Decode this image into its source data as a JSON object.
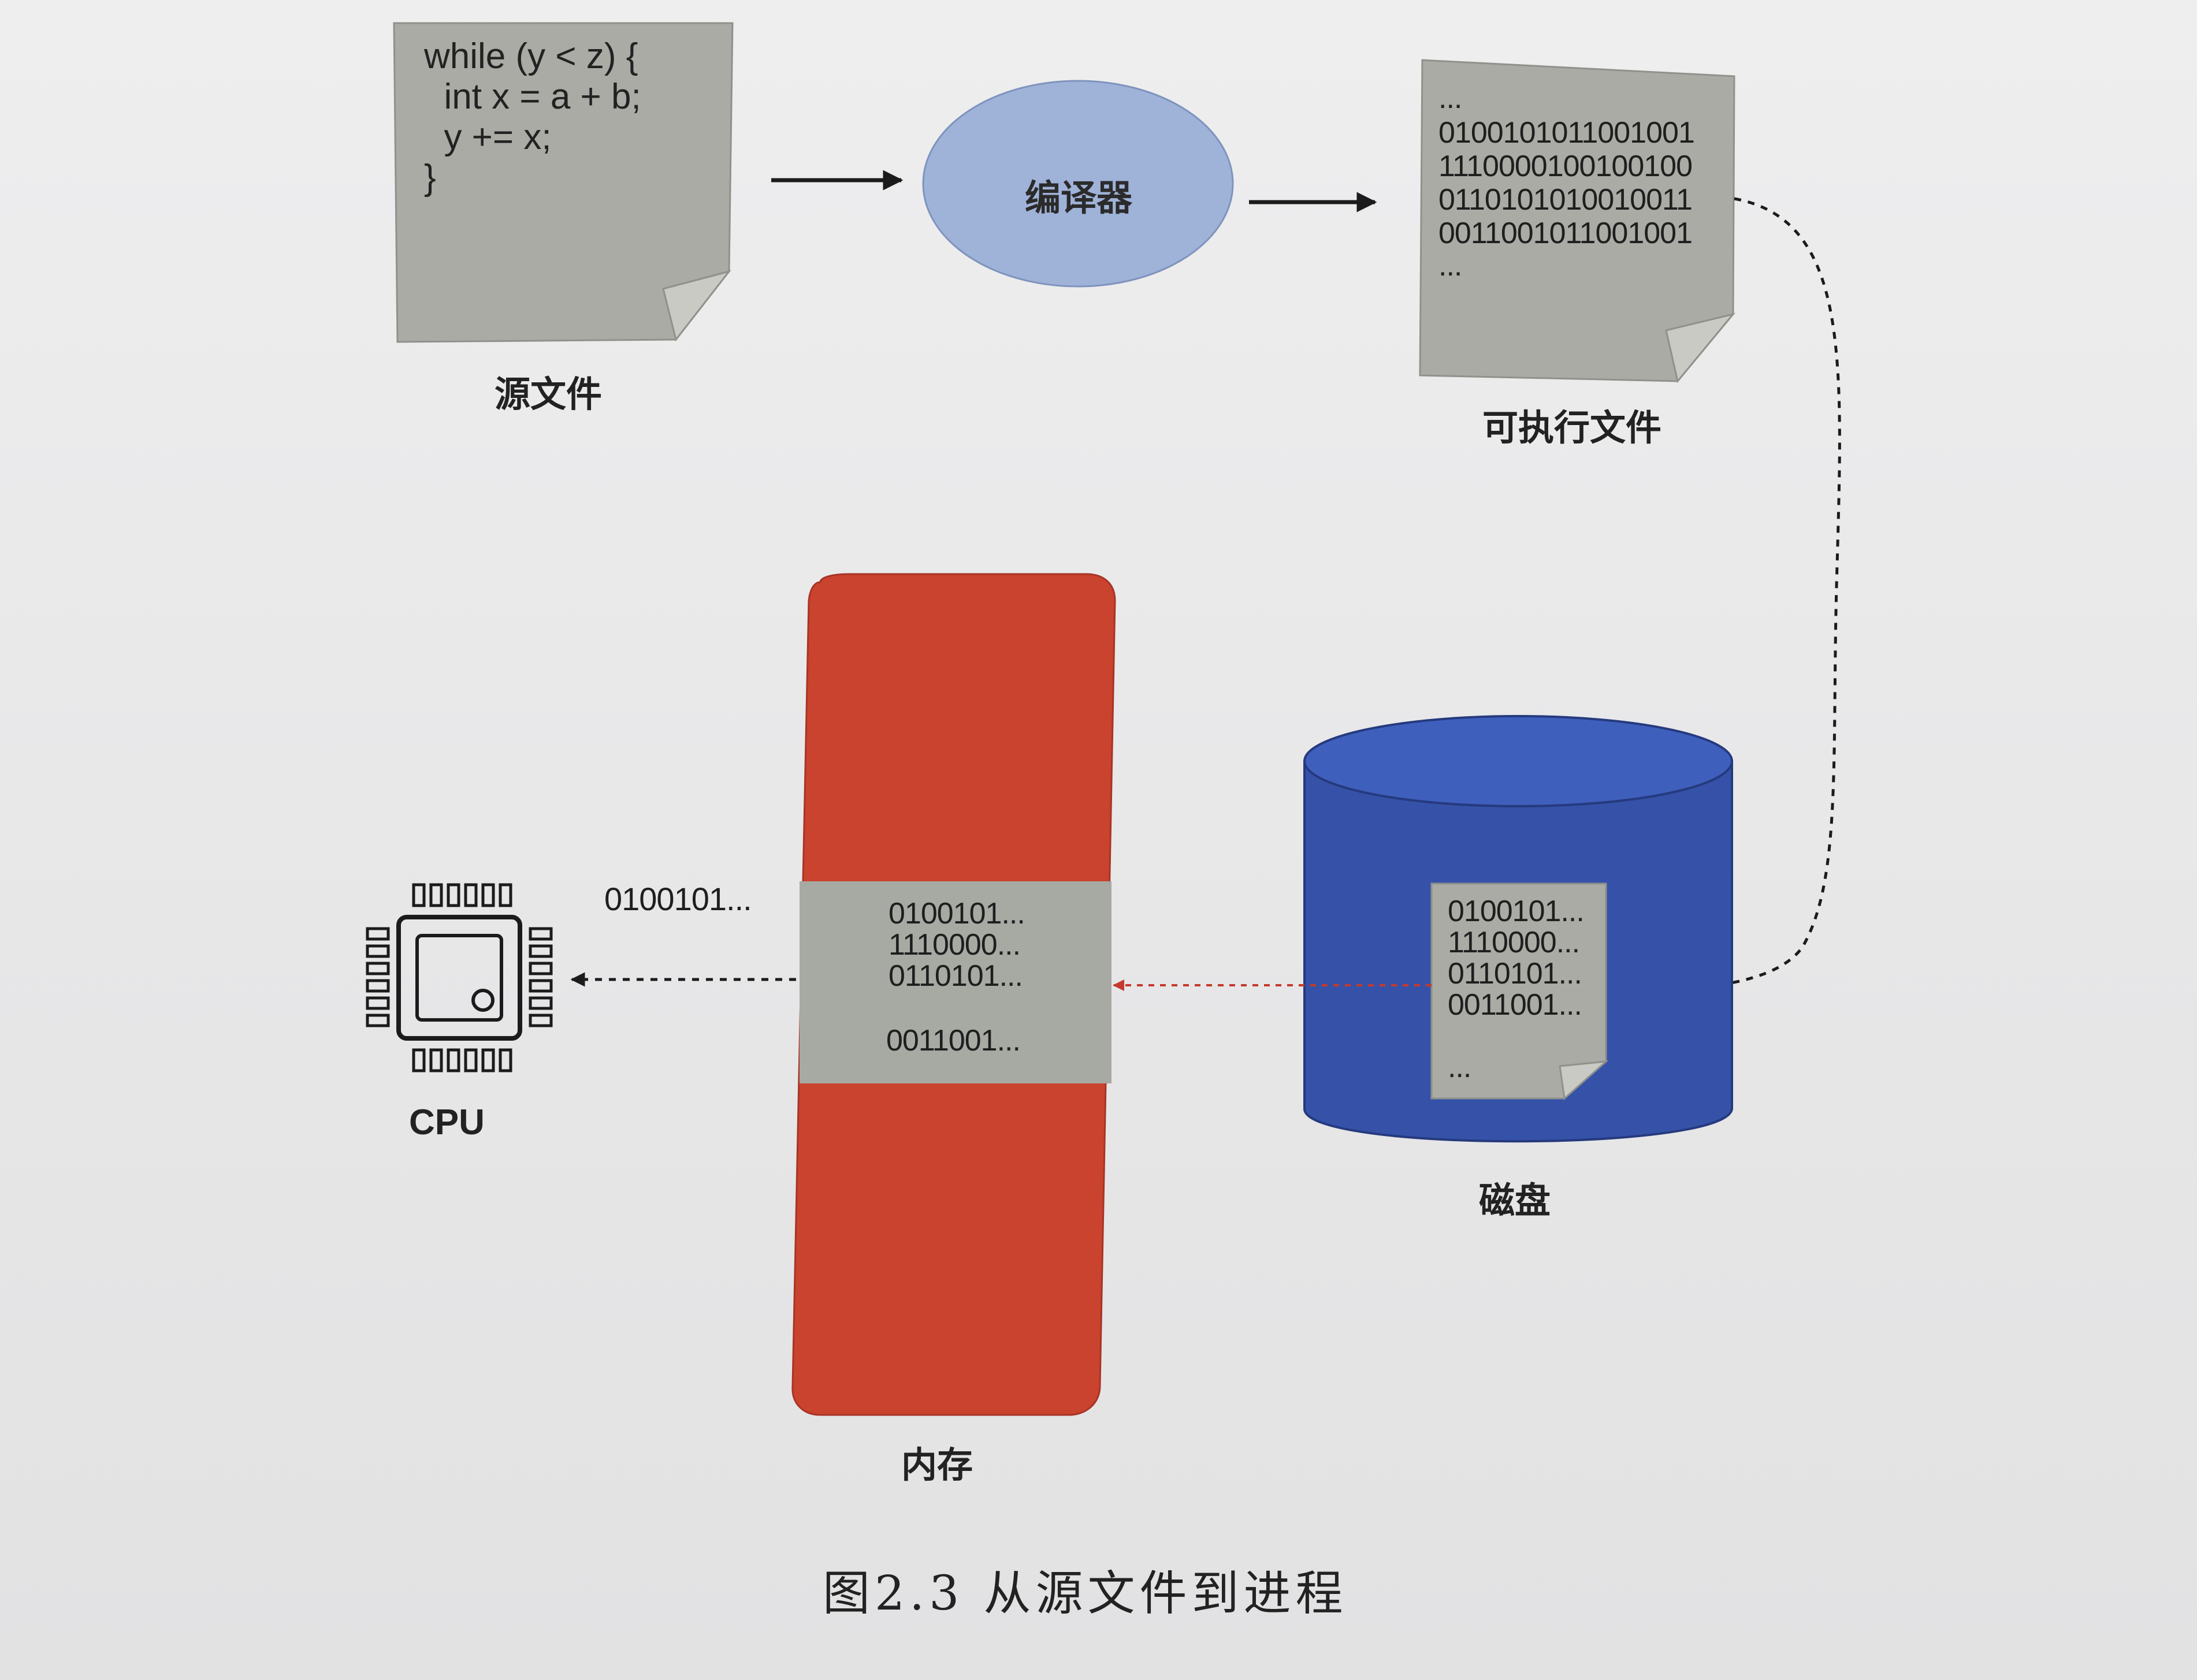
{
  "source_file": {
    "code_lines": [
      "while (y < z) {",
      "  int x = a + b;",
      "  y += x;",
      "}"
    ],
    "label": "源文件"
  },
  "compiler": {
    "label": "编译器"
  },
  "executable": {
    "lines": [
      "...",
      "0100101011001001",
      "1110000100100100",
      "0110101010010011",
      "0011001011001001",
      "..."
    ],
    "label": "可执行文件"
  },
  "disk": {
    "lines": [
      "0100101...",
      "1110000...",
      "0110101...",
      "0011001...",
      "..."
    ],
    "label": "磁盘"
  },
  "memory": {
    "lines": [
      "0100101...",
      "1110000...",
      "0110101...",
      "",
      "0011001..."
    ],
    "label": "内存"
  },
  "cpu": {
    "label": "CPU",
    "incoming_data": "0100101..."
  },
  "caption": "图2.3   从源文件到进程",
  "colors": {
    "paper": "#a9aba4",
    "compiler_ellipse": "#9fb2d8",
    "memory": "#c9432f",
    "memory_band": "#a7a9a3",
    "disk": "#3552a8",
    "disk_top": "#3f5fbc",
    "arrow": "#1b1b1b",
    "red_arrow": "#c43a2d"
  }
}
